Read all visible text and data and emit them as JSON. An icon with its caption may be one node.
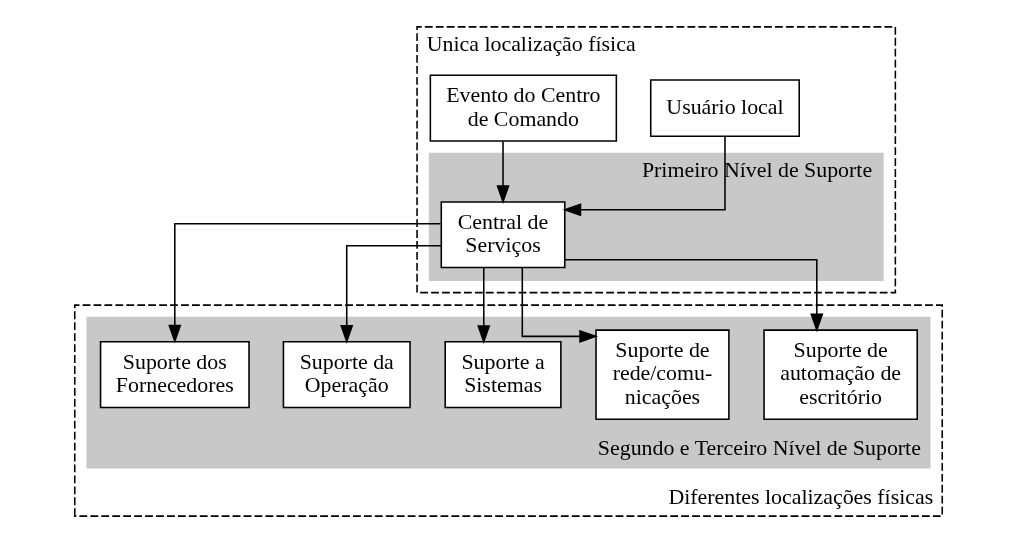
{
  "diagram": {
    "nodes": [
      {
        "text": [
          "Unica localização física"
        ]
      },
      {
        "text": [
          "Primeiro Nível de Suporte"
        ],
        "in": 0
      },
      {
        "text": [
          "Usuário local"
        ],
        "in": 0
      },
      {
        "text": [
          "Evento do Centro de Comando"
        ],
        "in": 0
      },
      {
        "text": [
          "Central de Serviços"
        ],
        "in": 1
      },
      {
        "text": [
          "Diferentes localizações físicas"
        ]
      },
      {
        "text": [
          "Segundo e Terceiro Nível de Suporte"
        ],
        "in": 5
      },
      {
        "text": [
          "Suporte de automação de escritório"
        ],
        "in": 6
      },
      {
        "text": [
          "Suporte de rede/comu- nicações"
        ],
        "in": 6
      },
      {
        "text": [
          "Suporte a Sistemas"
        ],
        "in": 6
      },
      {
        "text": [
          "Suporte da Operação"
        ],
        "in": 6
      },
      {
        "text": [
          "Suporte dos Fornecedores"
        ],
        "in": 6
      }
    ],
    "edges": [
      {
        "from": 2,
        "to": 4,
        "arrow": "to"
      },
      {
        "from": 3,
        "to": 4,
        "arrow": "to"
      },
      {
        "from": 4,
        "to": 7,
        "arrow": "to"
      },
      {
        "from": 4,
        "to": 8,
        "arrow": "to"
      },
      {
        "from": 4,
        "to": 9,
        "arrow": "to"
      },
      {
        "from": 4,
        "to": 10,
        "arrow": "to"
      },
      {
        "from": 4,
        "to": 11,
        "arrow": "to"
      }
    ]
  }
}
